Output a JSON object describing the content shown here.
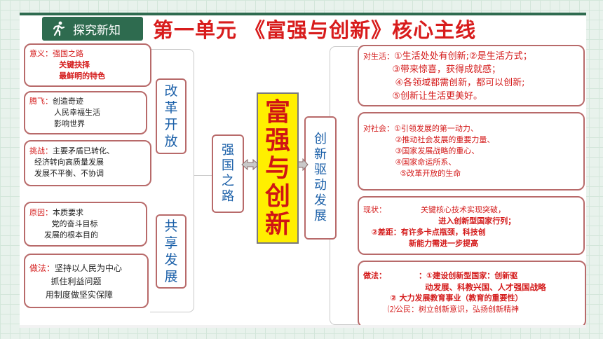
{
  "header": {
    "badge_label": "探究新知",
    "badge_icon": "running-person-icon",
    "title": "第一单元 《富强与创新》核心主线"
  },
  "colors": {
    "accent_green": "#2e6b4f",
    "title_red": "#d81c1c",
    "center_yellow": "#ffef00",
    "branch_blue": "#1a5fa8",
    "box_border": "#b86a6a"
  },
  "center": {
    "chars": [
      "富",
      "强",
      "与",
      "创",
      "新"
    ]
  },
  "left_branch": {
    "chars": [
      "强",
      "国",
      "之",
      "路"
    ]
  },
  "right_branch": {
    "chars": [
      "创",
      "新",
      "驱",
      "动",
      "发",
      "展"
    ]
  },
  "reform": {
    "chars": [
      "改",
      "革",
      "开",
      "放"
    ]
  },
  "share": {
    "chars": [
      "共",
      "享",
      "发",
      "展"
    ]
  },
  "left_boxes": [
    {
      "lines": [
        "意义：强国之路",
        "           关键抉择",
        "           最鲜明的特色"
      ]
    },
    {
      "lines": [
        "腾飞：创造奇迹",
        "          人民幸福生活",
        "          影响世界"
      ]
    },
    {
      "lines": [
        "挑战：主要矛盾已转化、",
        "  经济转向高质量发展",
        "  发展不平衡、不协调"
      ]
    },
    {
      "lines": [
        "原因：本质要求",
        "         党的奋斗目标",
        "      发展的根本目的"
      ]
    },
    {
      "lines": [
        "做法：坚持以人民为中心",
        "        抓住利益问题",
        "      用制度做坚实保障"
      ]
    }
  ],
  "right_boxes": [
    {
      "lines": [
        "对生活：①生活处处有创新;②是生活方式；",
        "          ③带来惊喜，获得成就感；",
        "           ④各领域都需创新，都可以创新;",
        "          ⑤创新让生活更美好。"
      ]
    },
    {
      "lines": [
        "对社会：①引领发展的第一动力、",
        "             ②推动社会发展的重要力量、",
        "             ③国家发展战略的重心、",
        "             ④国家命运所系、",
        "               ⑤改革开放的生命"
      ]
    },
    {
      "lines": [
        "现状：              关键核心技术实现突破，",
        "                            进入创新型国家行列；",
        "   ②差距：有许多卡点瓶颈，科技创",
        "                 新能力需进一步提高"
      ]
    },
    {
      "lines": [
        "做法：            ：①建设创新型国家：创新驱",
        "                      动发展、科教兴国、人才强国战略",
        "          ② 大力发展教育事业（教育的重要性）",
        "          ⑵公民：树立创新意识，弘扬创新精神"
      ]
    }
  ]
}
